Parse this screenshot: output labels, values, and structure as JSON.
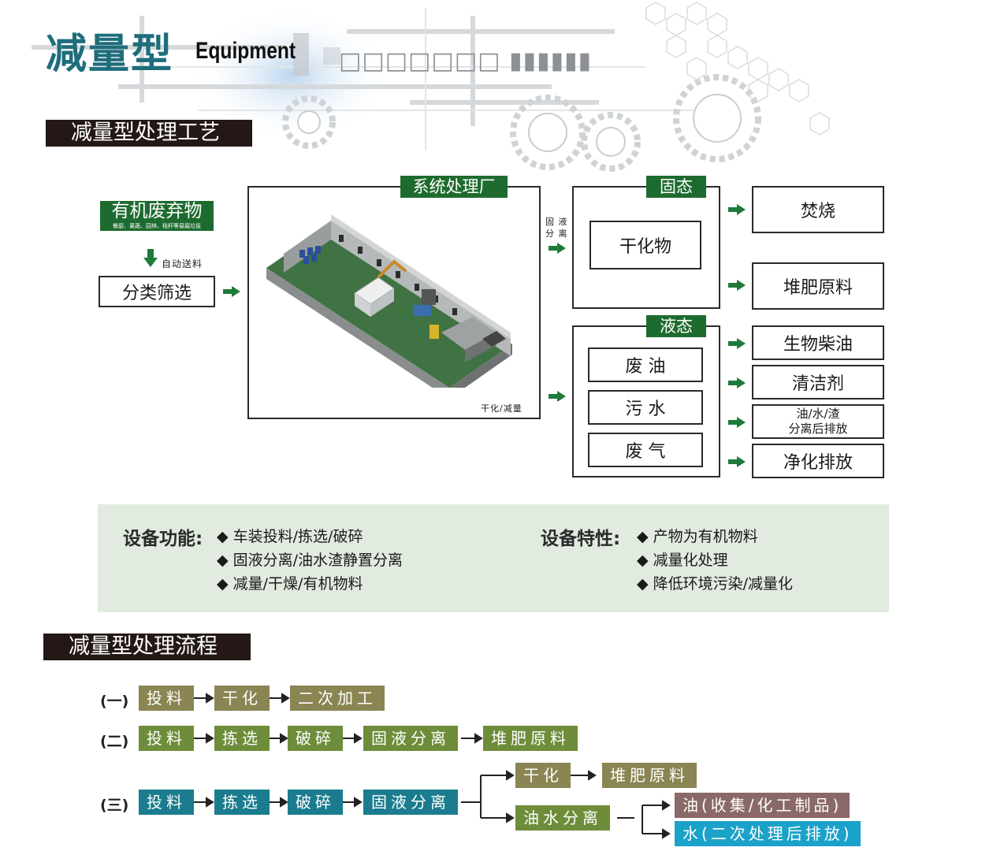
{
  "header": {
    "title": "减量型",
    "subtitle": "Equipment",
    "deco_text": "□□□□□□□ ▮▮▮▮▮▮"
  },
  "section1": {
    "title": "减量型处理工艺"
  },
  "diagram": {
    "input_title": "有机废弃物",
    "input_note": "餐厨、果蔬、园林、秸秆等易腐垃圾",
    "auto_feed": "自动送料",
    "sort_box": "分类筛选",
    "plant_tag": "系统处理厂",
    "plant_caption": "干化/减量",
    "split_top": "固 液",
    "split_bottom": "分 离",
    "solid_tag": "固态",
    "solid_item": "干化物",
    "liquid_tag": "液态",
    "liquid_items": [
      "废 油",
      "污 水",
      "废 气"
    ],
    "outputs": [
      "焚烧",
      "堆肥原料",
      "生物柴油",
      "清洁剂",
      "油/水/渣",
      "分离后排放",
      "净化排放"
    ]
  },
  "functions": {
    "label": "设备功能:",
    "items": [
      "车装投料/拣选/破碎",
      "固液分离/油水渣静置分离",
      "减量/干燥/有机物料"
    ]
  },
  "features": {
    "label": "设备特性:",
    "items": [
      "产物为有机物料",
      "减量化处理",
      "降低环境污染/减量化"
    ]
  },
  "section2": {
    "title": "减量型处理流程"
  },
  "flow": {
    "row1": {
      "label": "(一)",
      "steps": [
        "投料",
        "干化",
        "二次加工"
      ]
    },
    "row2": {
      "label": "(二)",
      "steps": [
        "投料",
        "拣选",
        "破碎",
        "固液分离",
        "堆肥原料"
      ]
    },
    "row3": {
      "label": "(三)",
      "steps": [
        "投料",
        "拣选",
        "破碎",
        "固液分离"
      ],
      "branch_a": [
        "干化",
        "堆肥原料"
      ],
      "branch_b": "油水分离",
      "sub_a": "油(收集/化工制品)",
      "sub_b": "水(二次处理后排放)"
    }
  },
  "colors": {
    "teal_title": "#1f6d7c",
    "tag_green": "#1e6b2f",
    "arrow_green": "#1e7a3a",
    "panel_bg": "#e2ebe0"
  }
}
